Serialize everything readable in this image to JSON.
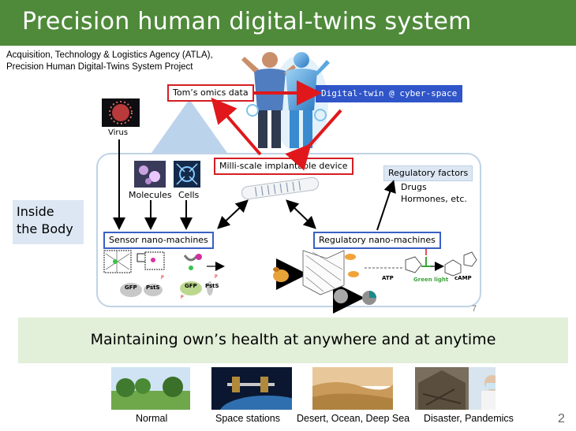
{
  "title": "Precision human digital-twins system",
  "source": {
    "line1": "Acquisition, Technology & Logistics Agency (ATLA),",
    "line2": "Precision Human Digital-Twins System Project"
  },
  "labels": {
    "toms_omics": "Tom’s omics data",
    "digital_twin": "Digital-twin @ cyber-space",
    "implant": "Milli-scale implantable device",
    "regulatory_factors": "Regulatory factors",
    "drugs": "Drugs",
    "hormones": "Hormones, etc.",
    "virus": "Virus",
    "molecules": "Molecules",
    "cells": "Cells",
    "sensor": "Sensor nano-machines",
    "regulatory_machines": "Regulatory nano-machines",
    "inside_line1": "Inside",
    "inside_line2": "the Body",
    "gfp1": "GFP",
    "psts1": "PstS",
    "gfp2": "GFP",
    "psts2": "PstS",
    "atp": "ATP",
    "green_light": "Green light",
    "camp": "cAMP",
    "p1": "P",
    "p2": "P",
    "p3": "P"
  },
  "inner_slide_number": "7",
  "banner": "Maintaining own’s health at anywhere and at anytime",
  "scenes": [
    {
      "caption": "Normal"
    },
    {
      "caption": "Space stations"
    },
    {
      "caption": "Desert, Ocean, Deep Sea"
    },
    {
      "caption": "Disaster, Pandemics"
    }
  ],
  "page_number": "2",
  "colors": {
    "title_bar": "#4f8a3a",
    "red_arrow": "#e0181b",
    "blue_label": "#2f55c9",
    "banner_bg": "#e2efd9",
    "panel_border": "#bfd3e6"
  }
}
